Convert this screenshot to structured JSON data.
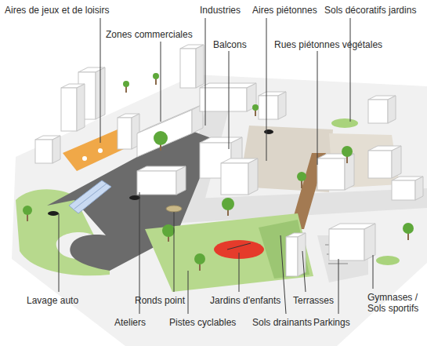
{
  "diagram": {
    "labels": [
      "Aires de jeux et de loisirs",
      "Industries",
      "Aires piétonnes",
      "Sols décoratifs jardins",
      "Zones commerciales",
      "Balcons",
      "Rues piétonnes végétales",
      "Lavage auto",
      "Ronds point",
      "Jardins d'enfants",
      "Terrasses",
      "Gymnases / Sols sportifs",
      "Ateliers",
      "Pistes cyclables",
      "Sols drainants",
      "Parkings"
    ]
  }
}
